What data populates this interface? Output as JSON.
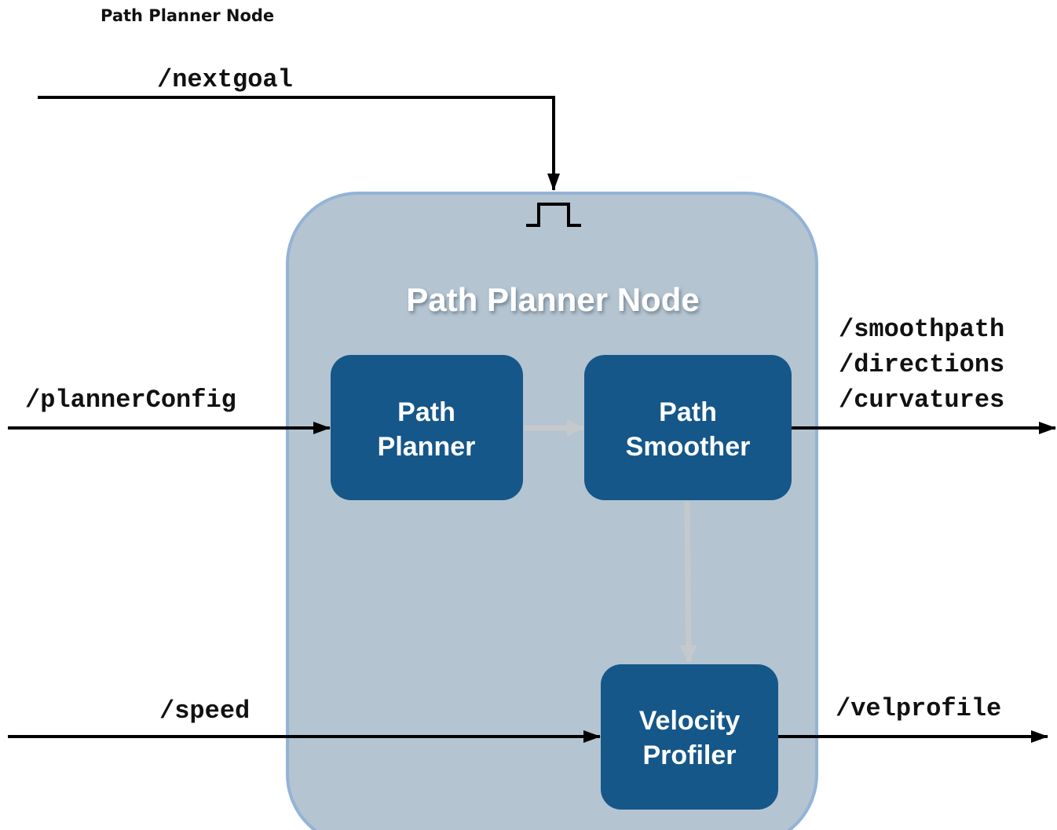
{
  "page_heading": "Path Planner Node",
  "node": {
    "title": "Path Planner Node",
    "trigger_icon": "rising-pulse-icon"
  },
  "blocks": {
    "path_planner": {
      "line1": "Path",
      "line2": "Planner"
    },
    "path_smoother": {
      "line1": "Path",
      "line2": "Smoother"
    },
    "velocity_profiler": {
      "line1": "Velocity",
      "line2": "Profiler"
    }
  },
  "inputs": {
    "nextgoal": "/nextgoal",
    "plannerConfig": "/plannerConfig",
    "speed": "/speed"
  },
  "outputs": {
    "smoothpath": "/smoothpath",
    "directions": "/directions",
    "curvatures": "/curvatures",
    "velprofile": "/velprofile"
  },
  "colors": {
    "node_fill": "#b4c4d1",
    "node_border": "#93b3d6",
    "block_fill": "#155789",
    "internal_arrow": "#c6c9cc",
    "signal_line": "#000000"
  }
}
